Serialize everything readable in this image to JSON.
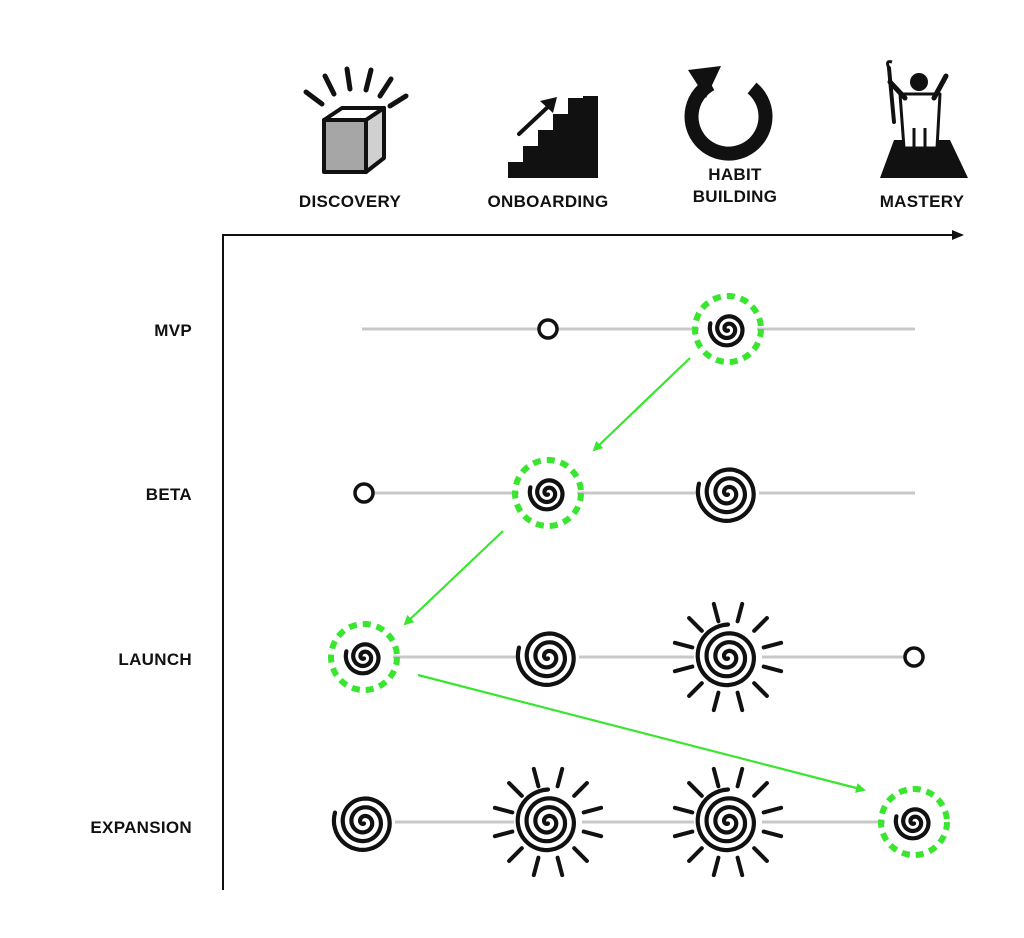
{
  "stages": [
    {
      "label": "DISCOVERY",
      "icon": "open-box-icon"
    },
    {
      "label": "ONBOARDING",
      "icon": "stairs-icon"
    },
    {
      "label_lines": [
        "HABIT",
        "BUILDING"
      ],
      "icon": "loop-arrow-icon"
    },
    {
      "label": "MASTERY",
      "icon": "summit-figure-icon"
    }
  ],
  "phases": [
    "MVP",
    "BETA",
    "LAUNCH",
    "EXPANSION"
  ],
  "colors": {
    "highlight": "#39e52f",
    "ink": "#111111",
    "track": "#c8c8c8"
  },
  "rows": [
    {
      "phase": "MVP",
      "cells": [
        {
          "stage": "DISCOVERY",
          "kind": "none"
        },
        {
          "stage": "ONBOARDING",
          "kind": "circle"
        },
        {
          "stage": "HABIT BUILDING",
          "kind": "spiral-small",
          "highlighted": true
        },
        {
          "stage": "MASTERY",
          "kind": "none"
        }
      ]
    },
    {
      "phase": "BETA",
      "cells": [
        {
          "stage": "DISCOVERY",
          "kind": "circle"
        },
        {
          "stage": "ONBOARDING",
          "kind": "spiral-small",
          "highlighted": true
        },
        {
          "stage": "HABIT BUILDING",
          "kind": "spiral-medium"
        },
        {
          "stage": "MASTERY",
          "kind": "none"
        }
      ]
    },
    {
      "phase": "LAUNCH",
      "cells": [
        {
          "stage": "DISCOVERY",
          "kind": "spiral-small",
          "highlighted": true
        },
        {
          "stage": "ONBOARDING",
          "kind": "spiral-medium"
        },
        {
          "stage": "HABIT BUILDING",
          "kind": "spiral-burst"
        },
        {
          "stage": "MASTERY",
          "kind": "circle"
        }
      ]
    },
    {
      "phase": "EXPANSION",
      "cells": [
        {
          "stage": "DISCOVERY",
          "kind": "spiral-medium"
        },
        {
          "stage": "ONBOARDING",
          "kind": "spiral-burst"
        },
        {
          "stage": "HABIT BUILDING",
          "kind": "spiral-burst"
        },
        {
          "stage": "MASTERY",
          "kind": "spiral-small",
          "highlighted": true
        }
      ]
    }
  ],
  "arrows": [
    {
      "from": "MVP / HABIT BUILDING",
      "to": "BETA / ONBOARDING"
    },
    {
      "from": "BETA / ONBOARDING",
      "to": "LAUNCH / DISCOVERY"
    },
    {
      "from": "LAUNCH / DISCOVERY",
      "to": "EXPANSION / MASTERY"
    }
  ]
}
